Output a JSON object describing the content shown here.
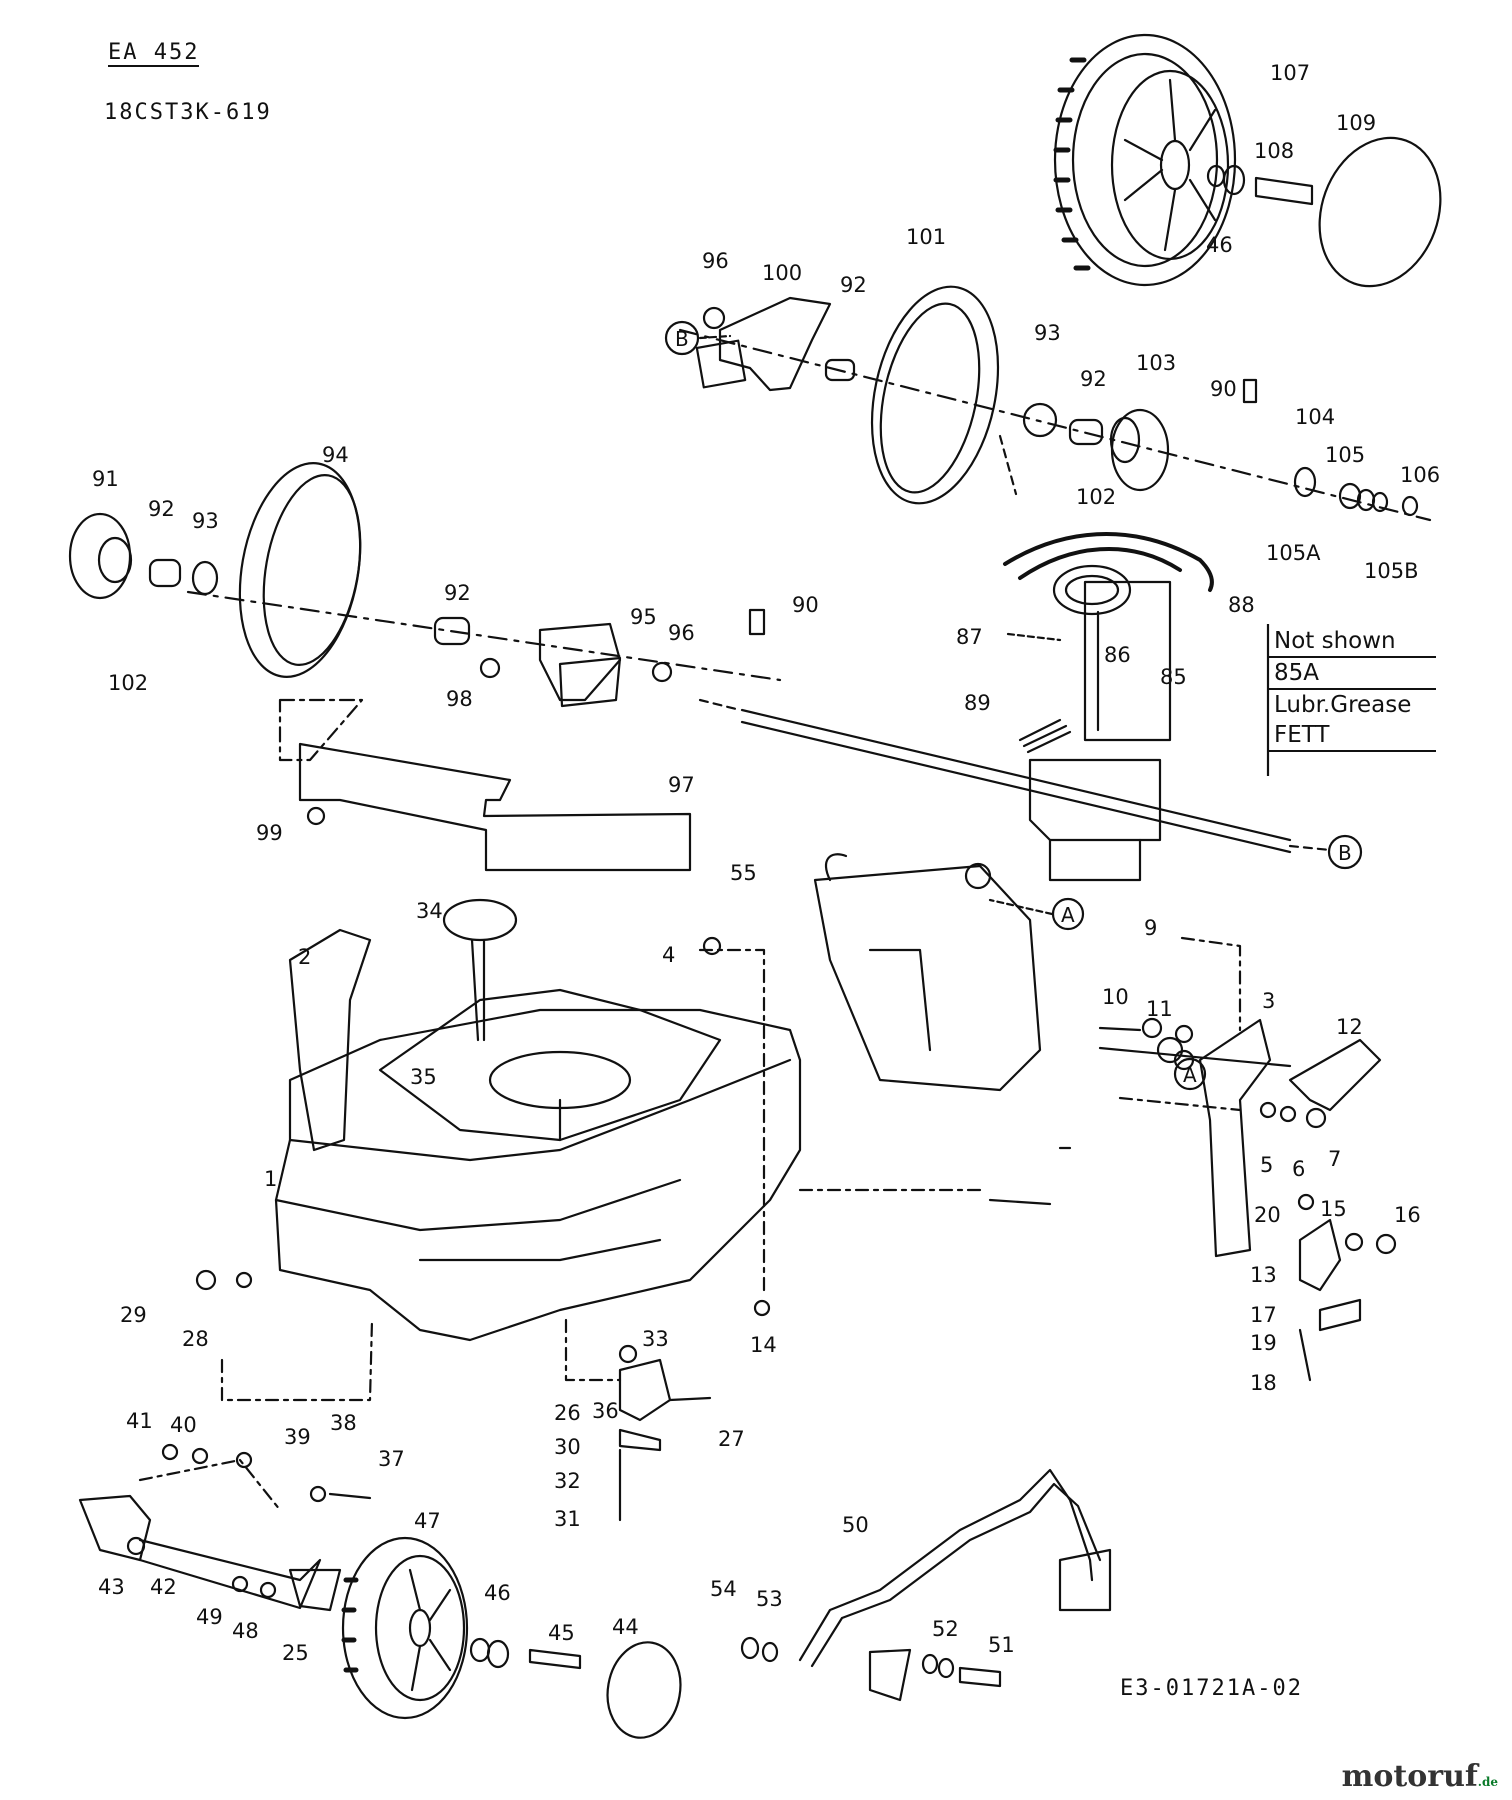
{
  "header": {
    "model": "EA 452",
    "code": "18CST3K-619"
  },
  "note": {
    "title": "Not shown",
    "item": "85A",
    "lube1": "Lubr.Grease",
    "lube2": "FETT"
  },
  "diagram_code": "E3-01721A-02",
  "brand": {
    "name": "motoruf",
    "tld": ".de"
  },
  "callouts": {
    "A": "A",
    "B": "B"
  },
  "labels": [
    "107",
    "109",
    "108",
    "46",
    "96",
    "100",
    "92",
    "101",
    "93",
    "92",
    "103",
    "90",
    "104",
    "105",
    "106",
    "105A",
    "105B",
    "102",
    "91",
    "92",
    "93",
    "94",
    "92",
    "95",
    "96",
    "102",
    "98",
    "90",
    "87",
    "86",
    "85",
    "88",
    "89",
    "97",
    "99",
    "55",
    "34",
    "4",
    "9",
    "10",
    "11",
    "3",
    "12",
    "2",
    "35",
    "5",
    "6",
    "7",
    "1",
    "20",
    "15",
    "16",
    "13",
    "17",
    "19",
    "18",
    "29",
    "28",
    "33",
    "14",
    "36",
    "26",
    "27",
    "41",
    "40",
    "39",
    "38",
    "37",
    "30",
    "32",
    "31",
    "47",
    "50",
    "43",
    "42",
    "46",
    "49",
    "48",
    "25",
    "45",
    "44",
    "54",
    "53",
    "52",
    "51"
  ]
}
